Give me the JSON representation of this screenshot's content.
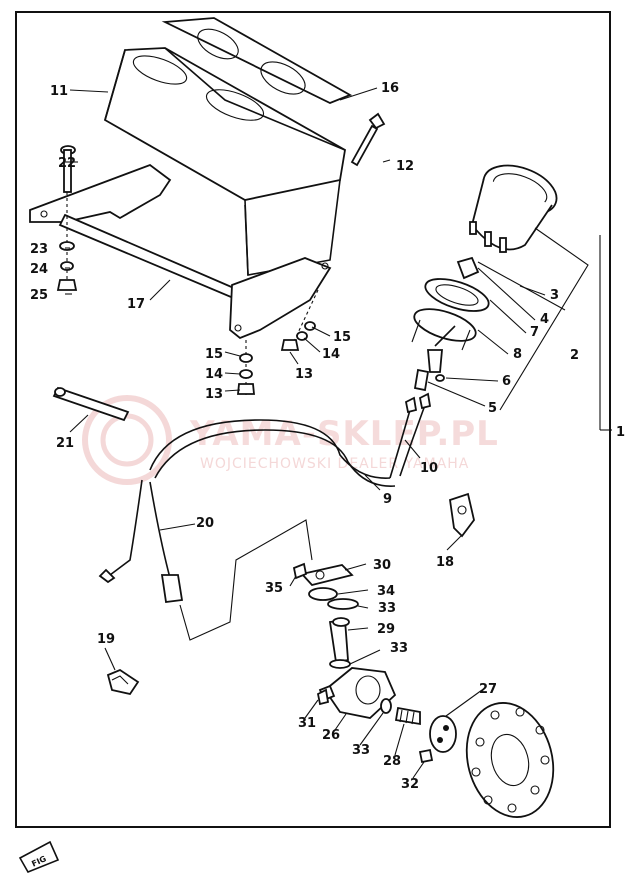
{
  "parts": {
    "p1": "1",
    "p2": "2",
    "p3": "3",
    "p4": "4",
    "p5": "5",
    "p6": "6",
    "p7": "7",
    "p8": "8",
    "p9": "9",
    "p10": "10",
    "p11": "11",
    "p12": "12",
    "p13a": "13",
    "p13b": "13",
    "p14a": "14",
    "p14b": "14",
    "p15a": "15",
    "p15b": "15",
    "p16": "16",
    "p17": "17",
    "p18": "18",
    "p19": "19",
    "p20": "20",
    "p21": "21",
    "p22": "22",
    "p23": "23",
    "p24": "24",
    "p25": "25",
    "p26": "26",
    "p27": "27",
    "p28": "28",
    "p29": "29",
    "p30": "30",
    "p31": "31",
    "p32": "32",
    "p33a": "33",
    "p33b": "33",
    "p33c": "33",
    "p34": "34",
    "p35": "35"
  },
  "watermark": {
    "main": "YAMA-SKLEP.PL",
    "sub": "WOJCIECHOWSKI DEALER YAMAHA"
  },
  "corner_badge": "FIG",
  "colors": {
    "line": "#111111",
    "watermark": "#f0c8c8",
    "background": "#ffffff"
  }
}
